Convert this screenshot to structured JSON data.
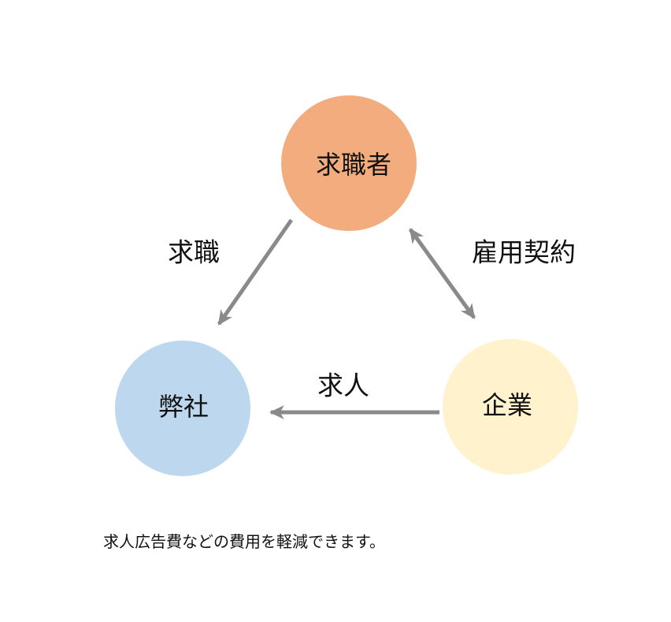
{
  "diagram": {
    "nodes": [
      {
        "id": "job-seeker",
        "label": "求職者",
        "color": "#F2AC7E"
      },
      {
        "id": "our-company",
        "label": "弊社",
        "color": "#BDD7EE"
      },
      {
        "id": "client-company",
        "label": "企業",
        "color": "#FFF2CC"
      }
    ],
    "edges": [
      {
        "label": "求職",
        "from": "job-seeker",
        "to": "our-company",
        "direction": "one-way"
      },
      {
        "label": "雇用契約",
        "from": "job-seeker",
        "to": "client-company",
        "direction": "two-way"
      },
      {
        "label": "求人",
        "from": "client-company",
        "to": "our-company",
        "direction": "one-way"
      }
    ],
    "arrow_color": "#8A8A8A",
    "caption": "求人広告費などの費用を軽減できます。"
  }
}
